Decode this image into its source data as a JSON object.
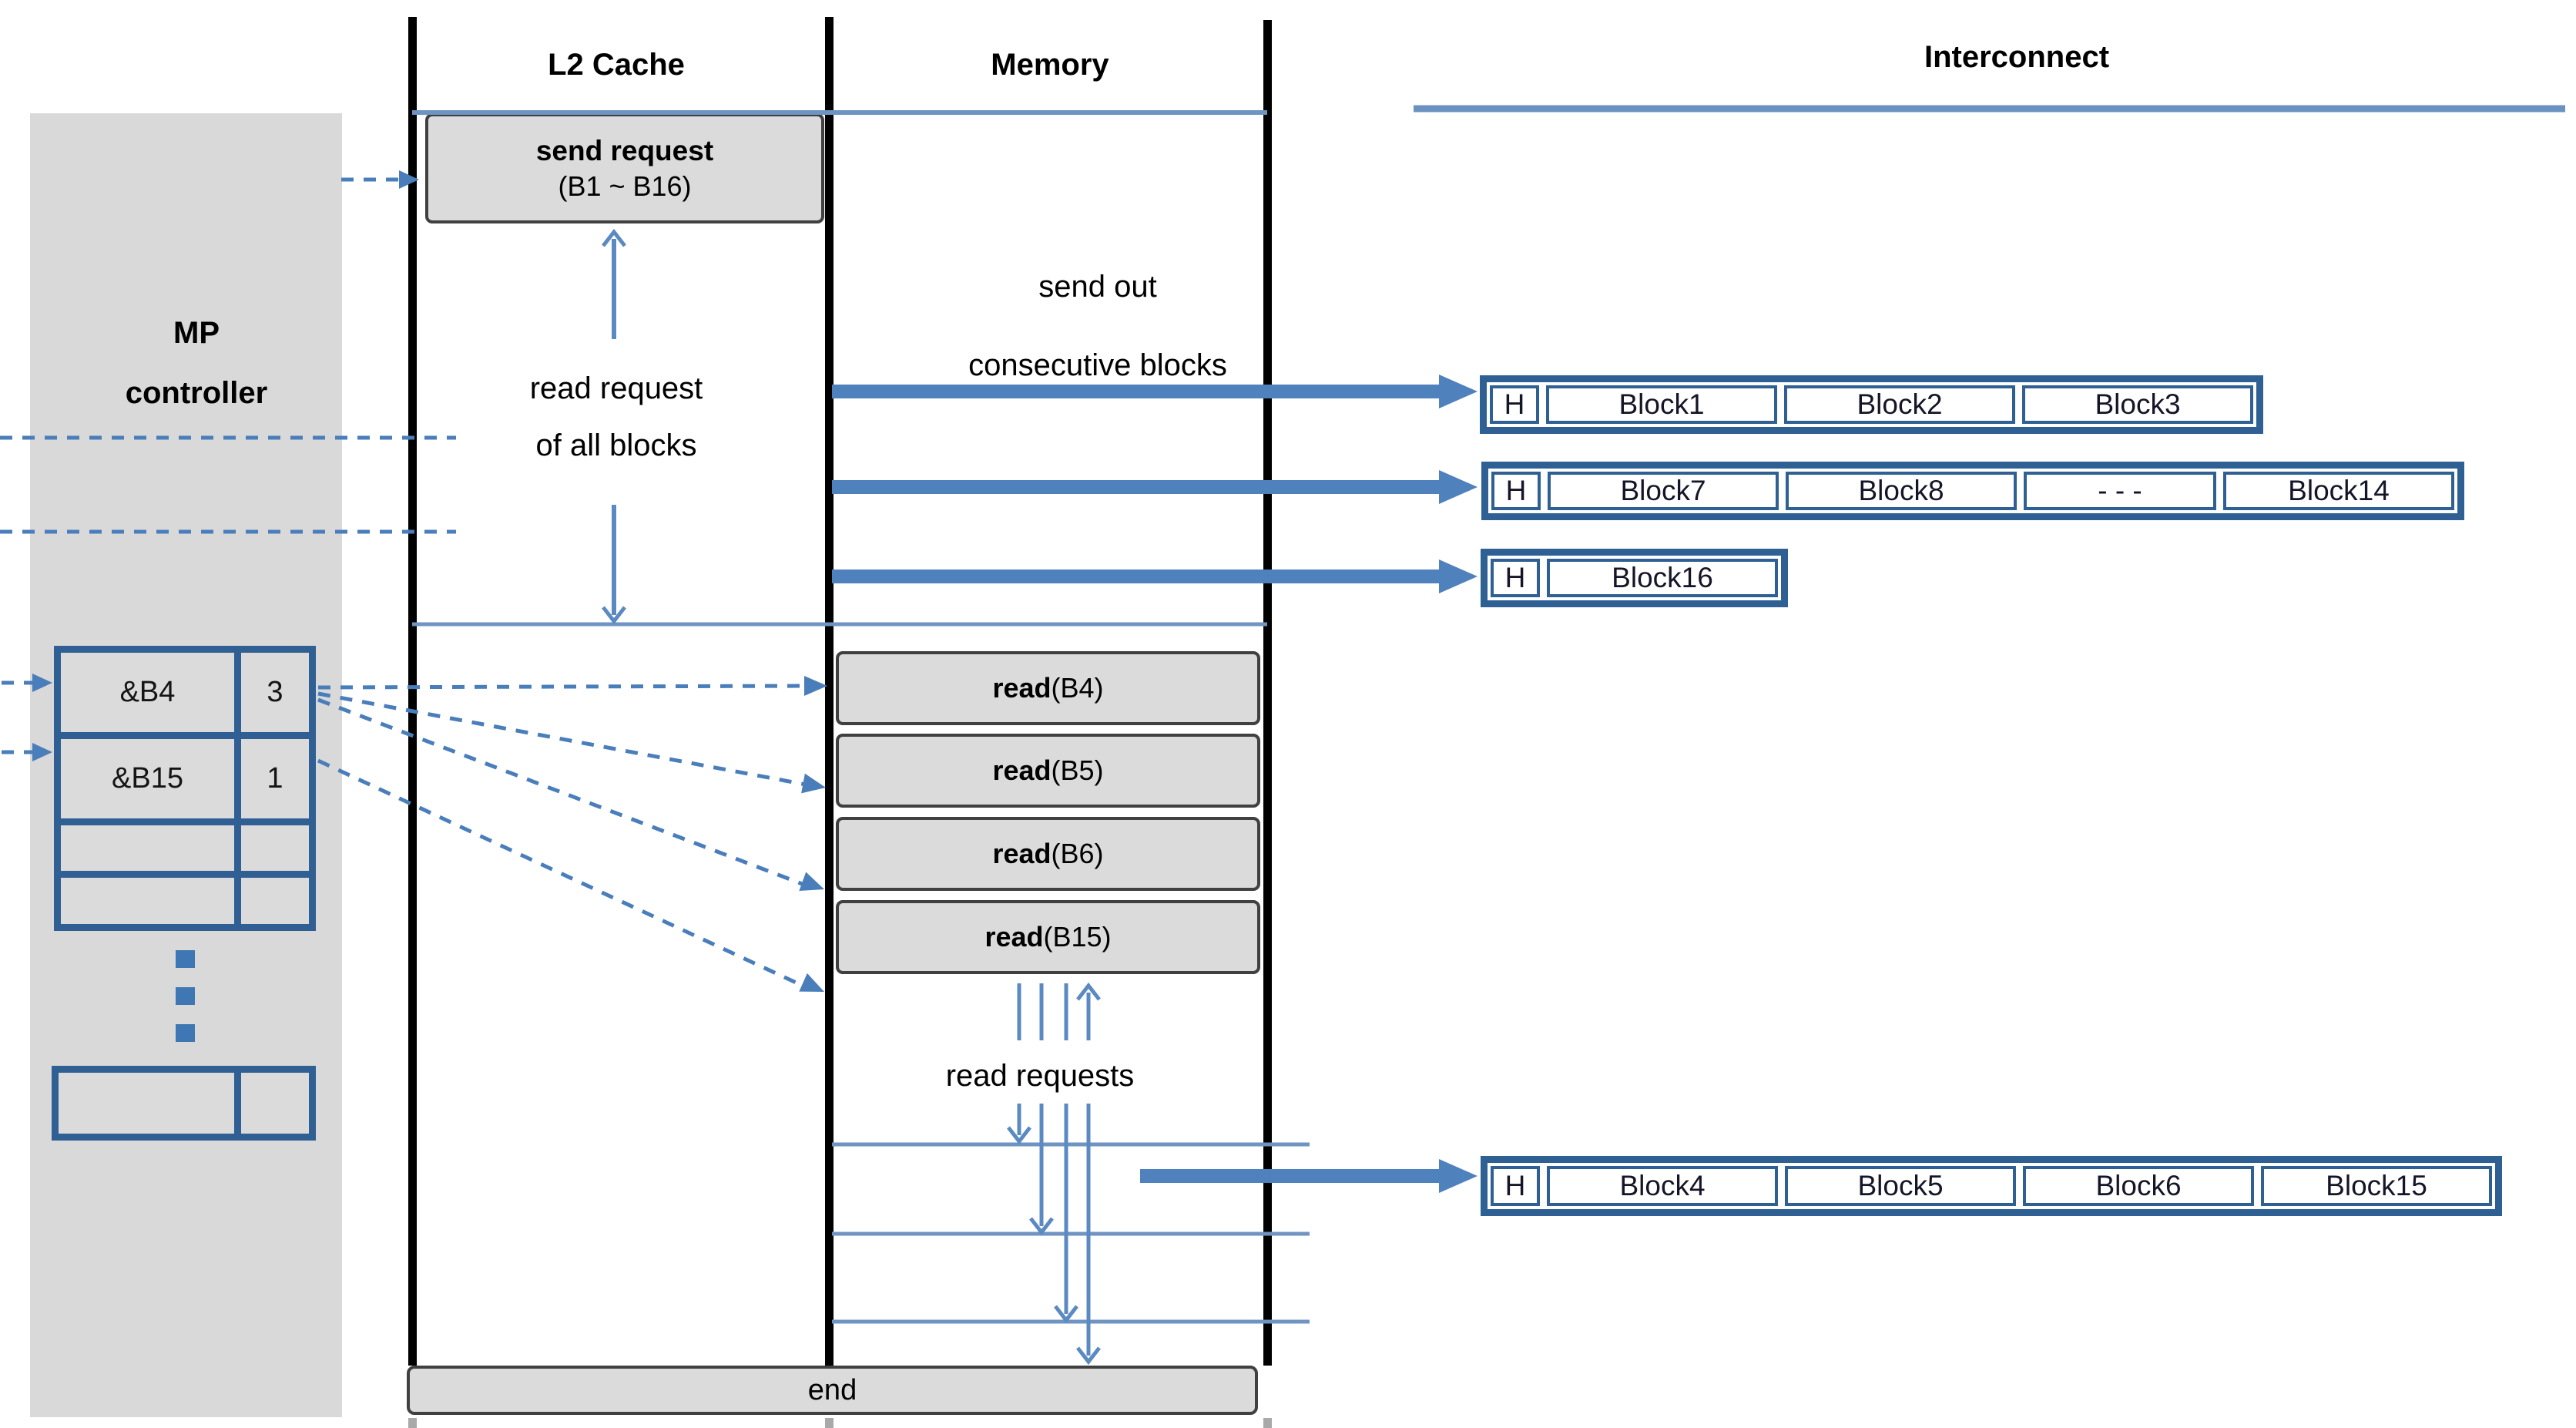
{
  "columns": {
    "l2_cache": "L2 Cache",
    "memory": "Memory",
    "interconnect": "Interconnect"
  },
  "mp_controller": {
    "label_line1": "MP",
    "label_line2": "controller",
    "queue_table": {
      "rows": [
        {
          "address": "&B4",
          "count": "3"
        },
        {
          "address": "&B15",
          "count": "1"
        },
        {
          "address": "",
          "count": ""
        },
        {
          "address": "",
          "count": ""
        }
      ],
      "ellipsis_dots": 3,
      "extra_row": {
        "address": "",
        "count": ""
      }
    }
  },
  "l2": {
    "send_request": {
      "line1": "send request",
      "line2": "(B1 ~ B16)"
    },
    "read_request_label": {
      "line1": "read request",
      "line2": "of all blocks"
    },
    "end_label": "end"
  },
  "memory": {
    "send_out_label": {
      "line1": "send out",
      "line2": "consecutive blocks"
    },
    "read_boxes": [
      {
        "op": "read",
        "arg": " (B4)"
      },
      {
        "op": "read",
        "arg": " (B5)"
      },
      {
        "op": "read",
        "arg": " (B6)"
      },
      {
        "op": "read",
        "arg": " (B15)"
      }
    ],
    "read_requests_label": "read requests"
  },
  "interconnect": {
    "rows": [
      {
        "cells": [
          "H",
          "Block1",
          "Block2",
          "Block3"
        ]
      },
      {
        "cells": [
          "H",
          "Block7",
          "Block8",
          "- - -",
          "Block14"
        ]
      },
      {
        "cells": [
          "H",
          "Block16"
        ]
      },
      {
        "cells": [
          "H",
          "Block4",
          "Block5",
          "Block6",
          "Block15"
        ]
      }
    ]
  },
  "colors": {
    "thick_arrow": "#4f81bd",
    "dashed_line": "#4a7ebb",
    "thin_line": "#6f94c2",
    "chevron_arrow": "#5b8ac2",
    "table_border": "#2f5f93",
    "block_border": "#2e6093",
    "gray_fill": "#dbdbdb",
    "gray_border": "#404040"
  }
}
